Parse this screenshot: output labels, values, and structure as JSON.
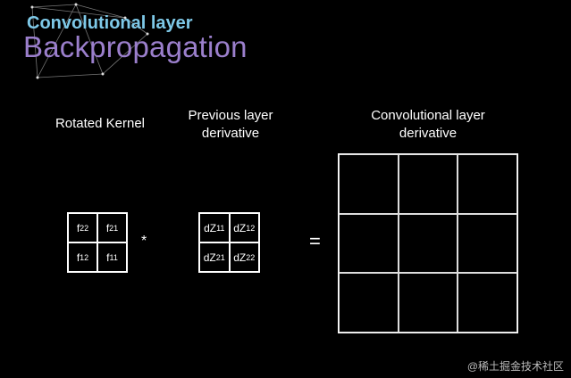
{
  "header": {
    "subtitle": "Convolutional layer",
    "title": "Backpropagation"
  },
  "labels": {
    "rotated_kernel": "Rotated Kernel",
    "previous_layer_line1": "Previous layer",
    "previous_layer_line2": "derivative",
    "conv_layer_line1": "Convolutional layer",
    "conv_layer_line2": "derivative"
  },
  "kernel": {
    "cells": [
      {
        "base": "f",
        "sub": "22"
      },
      {
        "base": "f",
        "sub": "21"
      },
      {
        "base": "f",
        "sub": "12"
      },
      {
        "base": "f",
        "sub": "11"
      }
    ]
  },
  "prev_derivative": {
    "cells": [
      {
        "base": "dZ",
        "sub": "11"
      },
      {
        "base": "dZ",
        "sub": "12"
      },
      {
        "base": "dZ",
        "sub": "21"
      },
      {
        "base": "dZ",
        "sub": "22"
      }
    ]
  },
  "operators": {
    "multiply": "*",
    "equals": "="
  },
  "watermark": "@稀土掘金技术社区",
  "colors": {
    "background": "#000000",
    "subtitle": "#7ec9e8",
    "title": "#9b7fcc",
    "lines": "#ffffff"
  }
}
